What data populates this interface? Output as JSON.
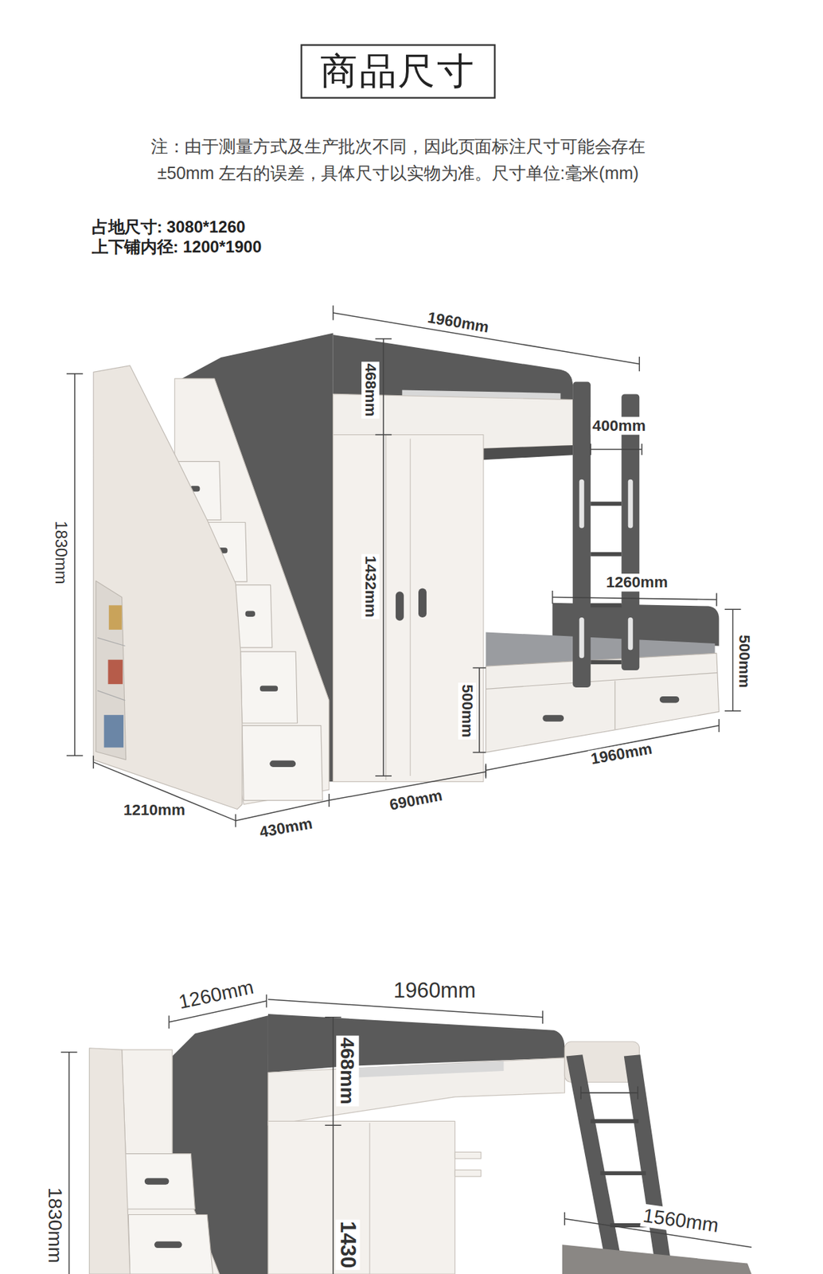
{
  "diagram": {
    "title": "商品尺寸",
    "labels": [
      "注：由于测量方式及生产批次不同，因此页面标注尺寸可能会存在±50mm 左右的误差，具体尺寸以实物为准。尺寸单位:毫米(mm)",
      "占地尺寸: 3080*1260",
      "上下铺内径: 1200*1900",
      "1960mm",
      "468mm",
      "1432mm",
      "400mm",
      "1830mm",
      "1260mm",
      "500mm",
      "500mm",
      "1960mm",
      "1210mm",
      "430mm",
      "690mm",
      "1260mm",
      "1960mm",
      "468mm",
      "1830mm",
      "1430",
      "1560mm"
    ]
  }
}
